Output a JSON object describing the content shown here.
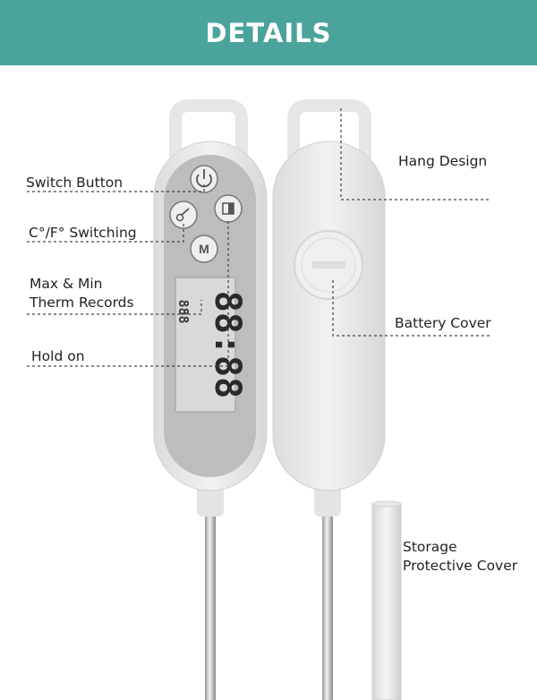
{
  "header": {
    "title": "DETAILS"
  },
  "colors": {
    "banner": "#4aa49c",
    "body": "#e9e9e9",
    "panel": "#bdbdbd",
    "lcd": "#d9d9d9",
    "leader": "#444444"
  },
  "lcd": {
    "main_digits": "88:88",
    "small_digits": "888"
  },
  "icons": [
    "power-icon",
    "thermometer-icon",
    "battery-icon",
    "m-icon"
  ],
  "labels": {
    "switch_button": "Switch Button",
    "unit_switch": "C°/F° Switching",
    "max_min_line1": "Max & Min",
    "max_min_line2": "Therm Records",
    "hold_on": "Hold on",
    "hang_design": "Hang Design",
    "battery_cover": "Battery Cover",
    "storage_line1": "Storage",
    "storage_line2": "Protective Cover"
  }
}
